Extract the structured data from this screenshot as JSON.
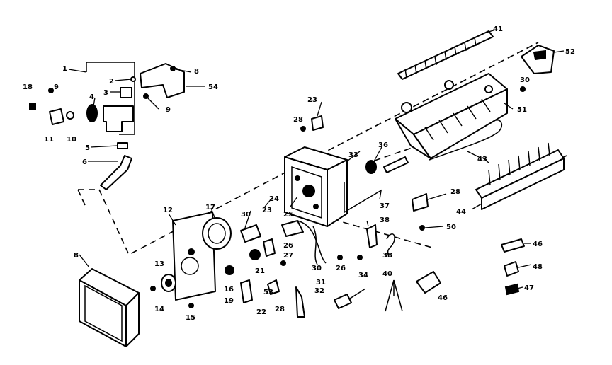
{
  "callouts": [
    {
      "id": "p1",
      "label": "1"
    },
    {
      "id": "p2",
      "label": "2"
    },
    {
      "id": "p3",
      "label": "3"
    },
    {
      "id": "p4",
      "label": "4"
    },
    {
      "id": "p5",
      "label": "5"
    },
    {
      "id": "p6",
      "label": "6"
    },
    {
      "id": "p8",
      "label": "8"
    },
    {
      "id": "p9a",
      "label": "9"
    },
    {
      "id": "p9b",
      "label": "9"
    },
    {
      "id": "p10",
      "label": "10"
    },
    {
      "id": "p11",
      "label": "11"
    },
    {
      "id": "p12",
      "label": "12"
    },
    {
      "id": "p13",
      "label": "13"
    },
    {
      "id": "p14",
      "label": "14"
    },
    {
      "id": "p15",
      "label": "15"
    },
    {
      "id": "p16",
      "label": "16"
    },
    {
      "id": "p17",
      "label": "17"
    },
    {
      "id": "p18",
      "label": "18"
    },
    {
      "id": "p19",
      "label": "19"
    },
    {
      "id": "p21",
      "label": "21"
    },
    {
      "id": "p22",
      "label": "22"
    },
    {
      "id": "p23a",
      "label": "23"
    },
    {
      "id": "p23b",
      "label": "23"
    },
    {
      "id": "p24",
      "label": "24"
    },
    {
      "id": "p25",
      "label": "25"
    },
    {
      "id": "p26a",
      "label": "26"
    },
    {
      "id": "p26b",
      "label": "26"
    },
    {
      "id": "p27",
      "label": "27"
    },
    {
      "id": "p28a",
      "label": "28"
    },
    {
      "id": "p28b",
      "label": "28"
    },
    {
      "id": "p28c",
      "label": "28"
    },
    {
      "id": "p30a",
      "label": "30"
    },
    {
      "id": "p30b",
      "label": "30"
    },
    {
      "id": "p30c",
      "label": "30"
    },
    {
      "id": "p31",
      "label": "31"
    },
    {
      "id": "p32",
      "label": "32"
    },
    {
      "id": "p33",
      "label": "33"
    },
    {
      "id": "p34",
      "label": "34"
    },
    {
      "id": "p36",
      "label": "36"
    },
    {
      "id": "p37",
      "label": "37"
    },
    {
      "id": "p38a",
      "label": "38"
    },
    {
      "id": "p38b",
      "label": "38"
    },
    {
      "id": "p40",
      "label": "40"
    },
    {
      "id": "p41",
      "label": "41"
    },
    {
      "id": "p43",
      "label": "43"
    },
    {
      "id": "p44",
      "label": "44"
    },
    {
      "id": "p46a",
      "label": "46"
    },
    {
      "id": "p46b",
      "label": "46"
    },
    {
      "id": "p47",
      "label": "47"
    },
    {
      "id": "p48",
      "label": "48"
    },
    {
      "id": "p50",
      "label": "50"
    },
    {
      "id": "p51",
      "label": "51"
    },
    {
      "id": "p52",
      "label": "52"
    },
    {
      "id": "p53",
      "label": "53"
    },
    {
      "id": "p54",
      "label": "54"
    },
    {
      "id": "p6b",
      "label": "8"
    }
  ]
}
